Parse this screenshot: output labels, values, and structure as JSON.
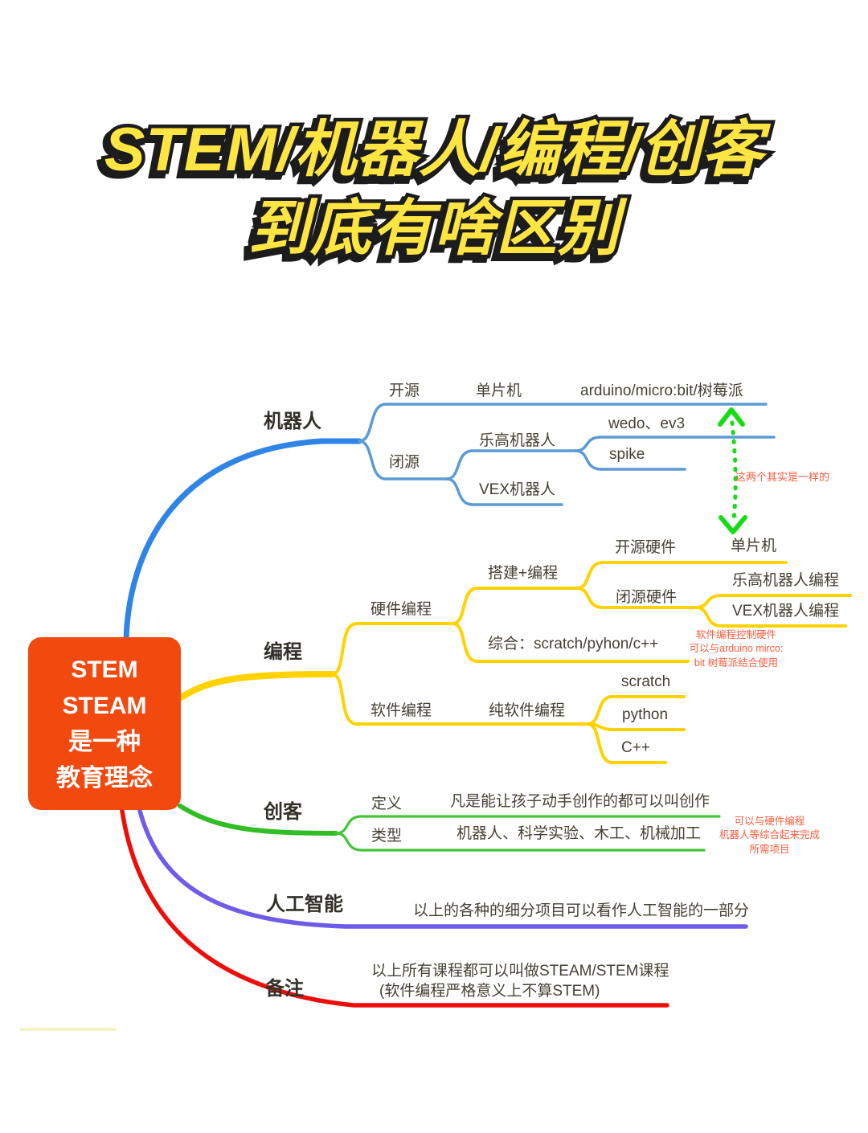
{
  "title": {
    "line1": "STEM/机器人/编程/创客",
    "line2": "到底有啥区别"
  },
  "center_node": {
    "lines": [
      "STEM",
      "STEAM",
      "是一种",
      "教育理念"
    ],
    "color": "#F2490F"
  },
  "branches": {
    "robot": {
      "label": "机器人",
      "color": "#2F85E6",
      "open_label": "开源",
      "mcu": "单片机",
      "mcu_detail": "arduino/micro:bit/树莓派",
      "closed_label": "闭源",
      "lego": "乐高机器人",
      "lego_products": "wedo、ev3",
      "lego_spike": "spike",
      "vex": "VEX机器人",
      "same_note": "这两个其实是一样的"
    },
    "coding": {
      "label": "编程",
      "color": "#FFD200",
      "hardware": "硬件编程",
      "build_code": "搭建+编程",
      "open_hw": "开源硬件",
      "open_hw_item": "单片机",
      "closed_hw": "闭源硬件",
      "lego_code": "乐高机器人编程",
      "vex_code": "VEX机器人编程",
      "mix": "综合：scratch/pyhon/c++",
      "note_lines": [
        "软件编程控制硬件",
        "可以与arduino mirco:",
        "bit 树莓派结合使用"
      ],
      "software": "软件编程",
      "pure_software": "纯软件编程",
      "langs": [
        "scratch",
        "python",
        "C++"
      ]
    },
    "maker": {
      "label": "创客",
      "color": "#2FBE23",
      "def_label": "定义",
      "def_text": "凡是能让孩子动手创作的都可以叫创作",
      "type_label": "类型",
      "type_text": "机器人、科学实验、木工、机械加工",
      "note_lines": [
        "可以与硬件编程",
        "机器人等综合起来完成",
        "所需项目"
      ]
    },
    "ai": {
      "label": "人工智能",
      "color": "#6F5CE8",
      "text": "以上的各种的细分项目可以看作人工智能的一部分"
    },
    "remark": {
      "label": "备注",
      "color": "#ED0E0A",
      "line1": "以上所有课程都可以叫做STEAM/STEM课程",
      "line2": "(软件编程严格意义上不算STEM)"
    }
  }
}
